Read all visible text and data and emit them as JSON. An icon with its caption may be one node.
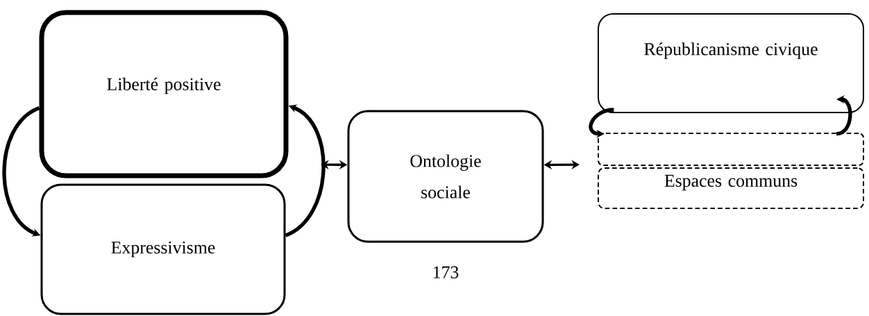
{
  "diagram": {
    "nodes": [
      {
        "text": [
          "Liberté positive"
        ]
      },
      {
        "text": [
          "Expressivisme"
        ]
      },
      {
        "text": [
          "Ontologie sociale"
        ]
      },
      {
        "text": [
          "Républicanisme civique"
        ]
      },
      {
        "text": [],
        "shape": "box"
      },
      {
        "text": [
          "Espaces communs"
        ]
      }
    ],
    "edges": [
      {
        "from": 0,
        "to": 1,
        "arrow": "to"
      },
      {
        "from": 1,
        "to": 0,
        "arrow": "to"
      },
      {
        "from": null,
        "to": 2,
        "arrow": "both"
      },
      {
        "from": 2,
        "to": null,
        "arrow": "both"
      },
      {
        "from": 3,
        "to": 4,
        "arrow": "to"
      },
      {
        "from": 4,
        "to": 3,
        "arrow": "to"
      }
    ],
    "labels": [
      "173"
    ]
  }
}
